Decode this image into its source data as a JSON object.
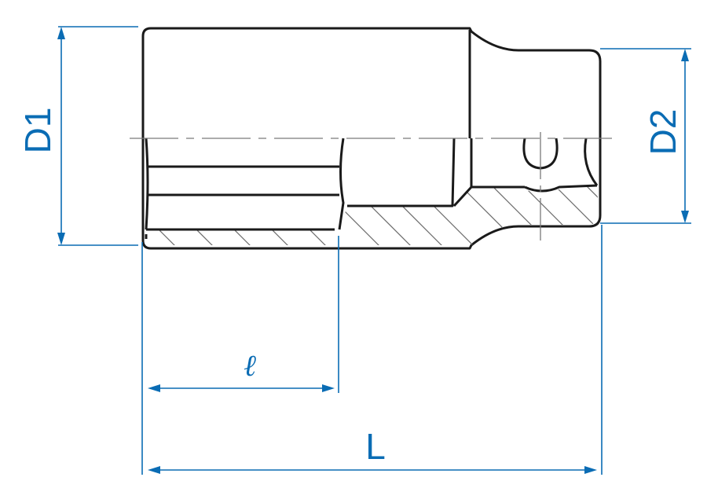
{
  "drawing": {
    "labels": {
      "d1": "D1",
      "d2": "D2",
      "ell": "ℓ",
      "L": "L"
    },
    "colors": {
      "dimension": "#0a6cb4",
      "outline": "#1a1a1a",
      "hatch": "#6b6b6b",
      "centerline": "#7a7a7a",
      "background": "#ffffff"
    }
  }
}
